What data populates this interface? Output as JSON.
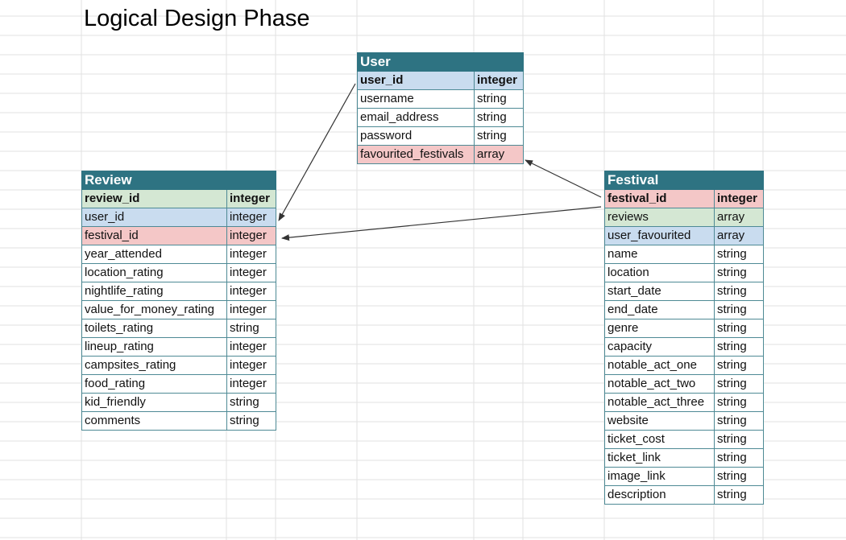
{
  "title": "Logical Design Phase",
  "colors": {
    "header": "#2e7382",
    "primary_key_user": "#c9dcef",
    "primary_key_review": "#d4e7d3",
    "primary_key_festival": "#f4c7c7",
    "grid_line": "#e2e2e2",
    "arrow": "#333333"
  },
  "tables": {
    "user": {
      "name": "User",
      "rows": [
        {
          "field": "user_id",
          "type": "integer",
          "color": "blue",
          "bold": true
        },
        {
          "field": "username",
          "type": "string",
          "color": "white",
          "bold": false
        },
        {
          "field": "email_address",
          "type": "string",
          "color": "white",
          "bold": false
        },
        {
          "field": "password",
          "type": "string",
          "color": "white",
          "bold": false
        },
        {
          "field": "favourited_festivals",
          "type": "array",
          "color": "pink",
          "bold": false
        }
      ]
    },
    "review": {
      "name": "Review",
      "rows": [
        {
          "field": "review_id",
          "type": "integer",
          "color": "green",
          "bold": true
        },
        {
          "field": "user_id",
          "type": "integer",
          "color": "blue",
          "bold": false
        },
        {
          "field": "festival_id",
          "type": "integer",
          "color": "pink",
          "bold": false
        },
        {
          "field": "year_attended",
          "type": "integer",
          "color": "white",
          "bold": false
        },
        {
          "field": "location_rating",
          "type": "integer",
          "color": "white",
          "bold": false
        },
        {
          "field": "nightlife_rating",
          "type": "integer",
          "color": "white",
          "bold": false
        },
        {
          "field": "value_for_money_rating",
          "type": "integer",
          "color": "white",
          "bold": false
        },
        {
          "field": "toilets_rating",
          "type": "string",
          "color": "white",
          "bold": false
        },
        {
          "field": "lineup_rating",
          "type": "integer",
          "color": "white",
          "bold": false
        },
        {
          "field": "campsites_rating",
          "type": "integer",
          "color": "white",
          "bold": false
        },
        {
          "field": "food_rating",
          "type": "integer",
          "color": "white",
          "bold": false
        },
        {
          "field": "kid_friendly",
          "type": "string",
          "color": "white",
          "bold": false
        },
        {
          "field": "comments",
          "type": "string",
          "color": "white",
          "bold": false
        }
      ]
    },
    "festival": {
      "name": "Festival",
      "rows": [
        {
          "field": "festival_id",
          "type": "integer",
          "color": "pink",
          "bold": true
        },
        {
          "field": "reviews",
          "type": "array",
          "color": "green",
          "bold": false
        },
        {
          "field": "user_favourited",
          "type": "array",
          "color": "blue",
          "bold": false
        },
        {
          "field": "name",
          "type": "string",
          "color": "white",
          "bold": false
        },
        {
          "field": "location",
          "type": "string",
          "color": "white",
          "bold": false
        },
        {
          "field": "start_date",
          "type": "string",
          "color": "white",
          "bold": false
        },
        {
          "field": "end_date",
          "type": "string",
          "color": "white",
          "bold": false
        },
        {
          "field": "genre",
          "type": "string",
          "color": "white",
          "bold": false
        },
        {
          "field": "capacity",
          "type": "string",
          "color": "white",
          "bold": false
        },
        {
          "field": "notable_act_one",
          "type": "string",
          "color": "white",
          "bold": false
        },
        {
          "field": "notable_act_two",
          "type": "string",
          "color": "white",
          "bold": false
        },
        {
          "field": "notable_act_three",
          "type": "string",
          "color": "white",
          "bold": false
        },
        {
          "field": "website",
          "type": "string",
          "color": "white",
          "bold": false
        },
        {
          "field": "ticket_cost",
          "type": "string",
          "color": "white",
          "bold": false
        },
        {
          "field": "ticket_link",
          "type": "string",
          "color": "white",
          "bold": false
        },
        {
          "field": "image_link",
          "type": "string",
          "color": "white",
          "bold": false
        },
        {
          "field": "description",
          "type": "string",
          "color": "white",
          "bold": false
        }
      ]
    }
  }
}
